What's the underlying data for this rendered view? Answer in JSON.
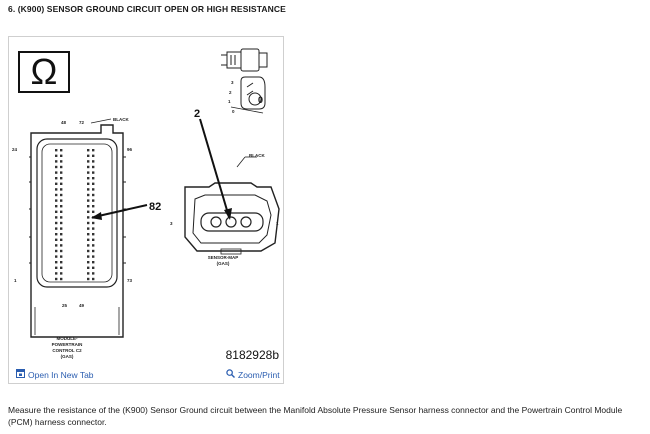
{
  "step": {
    "title": "6. (K900) SENSOR GROUND CIRCUIT OPEN OR HIGH RESISTANCE"
  },
  "figure": {
    "ohm_symbol": "Ω",
    "figure_number": "8182928b",
    "pcm": {
      "label_lines": [
        "MODULE-",
        "POWERTRAIN",
        "CONTROL C2",
        "(GAS)"
      ],
      "color": "BLACK",
      "pin_numbers": [
        "48",
        "72",
        "24",
        "96",
        "1",
        "73",
        "25",
        "49"
      ],
      "callout": "82"
    },
    "map_sensor": {
      "label_lines": [
        "SENSOR-MAP",
        "(GAS)"
      ],
      "color": "BLACK",
      "callout": "2",
      "side_pins": [
        "3",
        "1"
      ],
      "small_view_pins": [
        "3",
        "2",
        "1",
        "0"
      ]
    },
    "open_new_tab_label": "Open In New Tab",
    "zoom_print_label": "Zoom/Print"
  },
  "description": "Measure the resistance of the (K900) Sensor Ground circuit between the Manifold Absolute Pressure Sensor harness connector and the Powertrain Control Module (PCM) harness connector.",
  "colors": {
    "link": "#2a5db0",
    "text": "#222222",
    "frame_border": "#cfcfcf"
  }
}
